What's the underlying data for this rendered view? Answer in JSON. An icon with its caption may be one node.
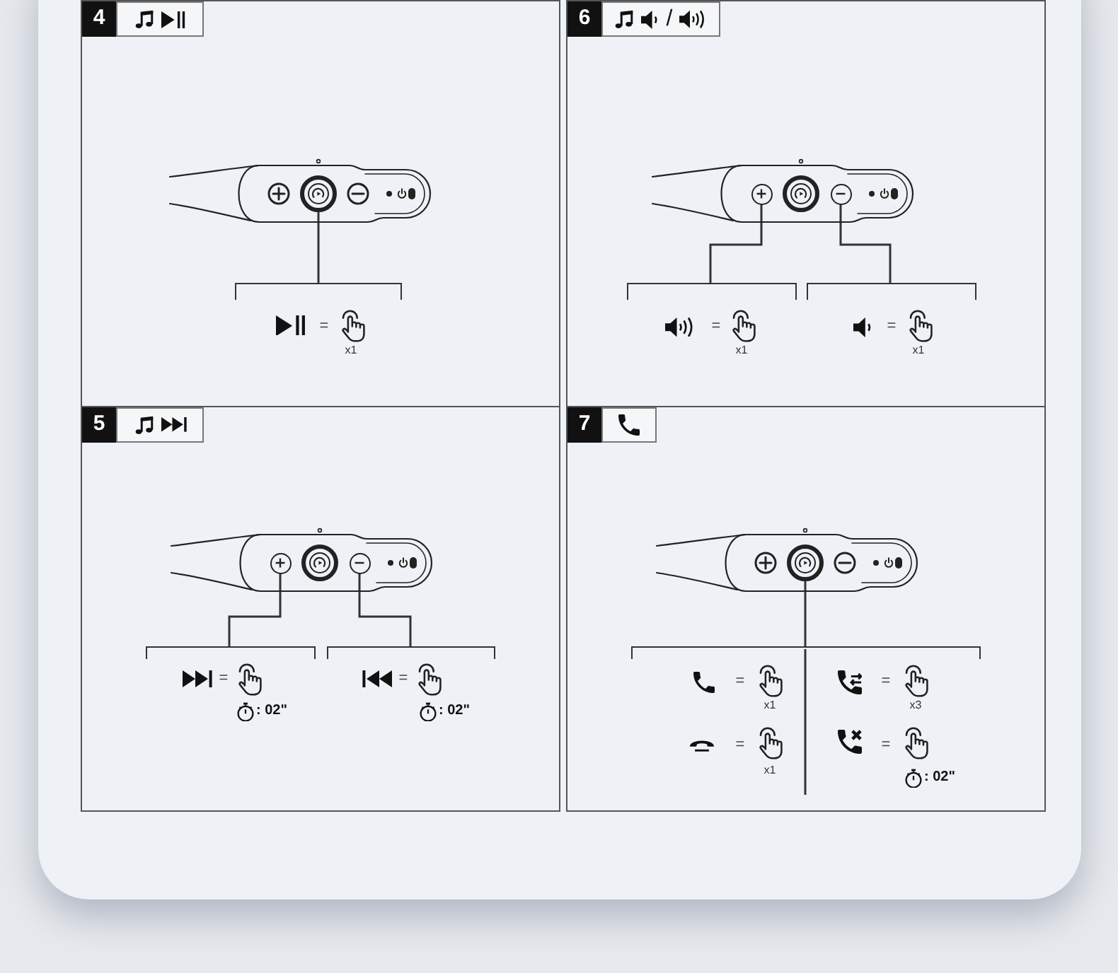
{
  "diagram": {
    "nodes": [
      {
        "text": [
          "4"
        ]
      },
      {
        "text": [],
        "shape": "circle",
        "in": 0
      },
      {
        "text": [],
        "shape": "bracket",
        "in": 0
      },
      {
        "text": [
          "6",
          "/"
        ]
      },
      {
        "text": [],
        "shape": "circle",
        "in": 3
      },
      {
        "text": [],
        "shape": "circle",
        "in": 3
      },
      {
        "text": [],
        "shape": "bracket",
        "in": 3
      },
      {
        "text": [],
        "shape": "bracket",
        "in": 3
      },
      {
        "text": [
          "5"
        ]
      },
      {
        "text": [],
        "shape": "circle",
        "in": 8
      },
      {
        "text": [],
        "shape": "circle",
        "in": 8
      },
      {
        "text": [],
        "shape": "bracket",
        "in": 8
      },
      {
        "text": [],
        "shape": "bracket",
        "in": 8
      },
      {
        "text": [
          "7"
        ]
      },
      {
        "text": [],
        "shape": "circle",
        "in": 13
      },
      {
        "text": [],
        "shape": "bracket",
        "in": 13
      }
    ],
    "edges": [
      {
        "from": 1,
        "to": 2,
        "arrow": "none"
      },
      {
        "from": 4,
        "to": 6,
        "arrow": "none"
      },
      {
        "from": 5,
        "to": 7,
        "arrow": "none"
      },
      {
        "from": 9,
        "to": 11,
        "arrow": "none"
      },
      {
        "from": 10,
        "to": 12,
        "arrow": "none"
      },
      {
        "from": 14,
        "to": 15,
        "arrow": "none"
      }
    ],
    "labels": [
      "=",
      "x1",
      "=",
      "x1",
      "=",
      "x1",
      "=",
      ": 02\"",
      "=",
      ": 02\"",
      "=",
      "x1",
      "=",
      "x3",
      "=",
      "x1",
      "=",
      ": 02\""
    ]
  }
}
